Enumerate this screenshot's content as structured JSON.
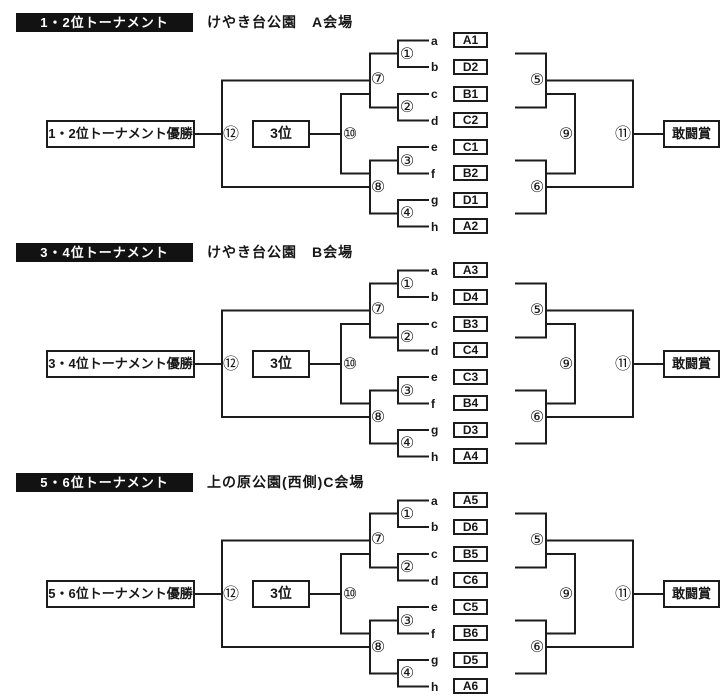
{
  "colors": {
    "ink": "#1c1c1c",
    "badge_bg": "#121212",
    "badge_text": "#ffffff",
    "background": "#ffffff"
  },
  "sections": [
    {
      "title": "1・2位トーナメント",
      "venue": "けやき台公園　A会場",
      "champion_label": "1・2位トーナメント優勝",
      "third_place_label": "3位",
      "award_label": "敢闘賞",
      "seeds": [
        "a",
        "b",
        "c",
        "d",
        "e",
        "f",
        "g",
        "h"
      ],
      "teams": [
        "A1",
        "D2",
        "B1",
        "C2",
        "C1",
        "B2",
        "D1",
        "A2"
      ],
      "matches": {
        "r1_1": "①",
        "r1_2": "②",
        "r1_3": "③",
        "r1_4": "④",
        "semi_top": "⑦",
        "semi_bottom": "⑧",
        "third_match": "⑩",
        "final_match": "⑫",
        "cons_top": "⑤",
        "cons_bottom": "⑥",
        "cons_semi": "⑨",
        "cons_final": "⑪"
      }
    },
    {
      "title": "3・4位トーナメント",
      "venue": "けやき台公園　B会場",
      "champion_label": "3・4位トーナメント優勝",
      "third_place_label": "3位",
      "award_label": "敢闘賞",
      "seeds": [
        "a",
        "b",
        "c",
        "d",
        "e",
        "f",
        "g",
        "h"
      ],
      "teams": [
        "A3",
        "D4",
        "B3",
        "C4",
        "C3",
        "B4",
        "D3",
        "A4"
      ],
      "matches": {
        "r1_1": "①",
        "r1_2": "②",
        "r1_3": "③",
        "r1_4": "④",
        "semi_top": "⑦",
        "semi_bottom": "⑧",
        "third_match": "⑩",
        "final_match": "⑫",
        "cons_top": "⑤",
        "cons_bottom": "⑥",
        "cons_semi": "⑨",
        "cons_final": "⑪"
      }
    },
    {
      "title": "5・6位トーナメント",
      "venue": "上の原公園(西側)C会場",
      "champion_label": "5・6位トーナメント優勝",
      "third_place_label": "3位",
      "award_label": "敢闘賞",
      "seeds": [
        "a",
        "b",
        "c",
        "d",
        "e",
        "f",
        "g",
        "h"
      ],
      "teams": [
        "A5",
        "D6",
        "B5",
        "C6",
        "C5",
        "B6",
        "D5",
        "A6"
      ],
      "matches": {
        "r1_1": "①",
        "r1_2": "②",
        "r1_3": "③",
        "r1_4": "④",
        "semi_top": "⑦",
        "semi_bottom": "⑧",
        "third_match": "⑩",
        "final_match": "⑫",
        "cons_top": "⑤",
        "cons_bottom": "⑥",
        "cons_semi": "⑨",
        "cons_final": "⑪"
      }
    }
  ]
}
